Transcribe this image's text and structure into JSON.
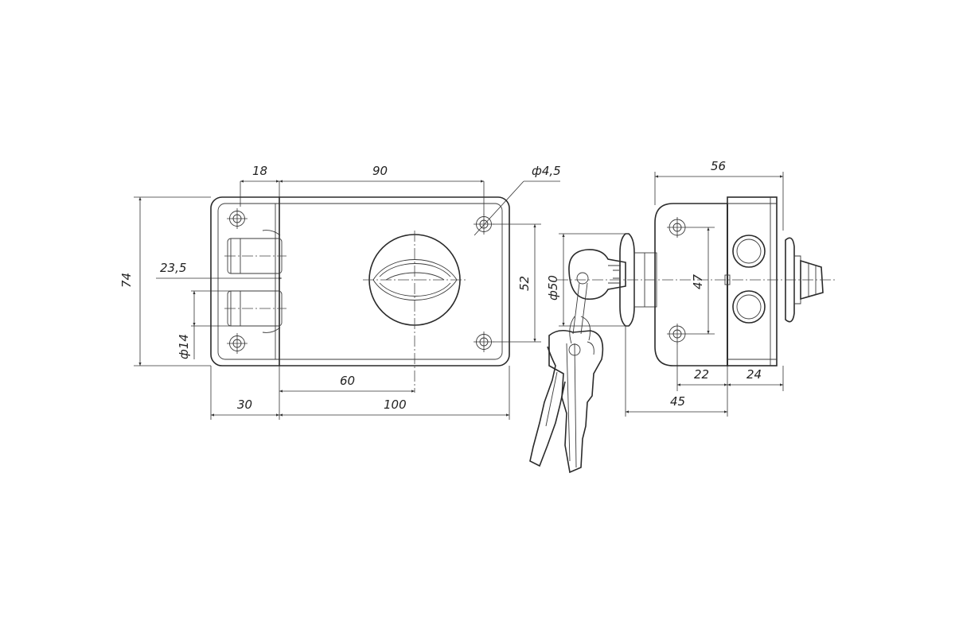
{
  "dimensions": {
    "front_view": {
      "width_left": "18",
      "width_center": "90",
      "hole_diameter": "ф4,5",
      "height_total": "74",
      "bolt_offset": "23,5",
      "bolt_diameter": "ф14",
      "hole_spacing_vertical": "52",
      "cylinder_offset": "60",
      "depth_left": "30",
      "width_total": "100"
    },
    "side_view": {
      "depth_total": "56",
      "rosette_diameter": "ф50",
      "hole_spacing_vertical": "47",
      "offset_22": "22",
      "offset_24": "24",
      "offset_45": "45"
    }
  },
  "colors": {
    "line": "#2a2a2a",
    "background": "#ffffff"
  }
}
